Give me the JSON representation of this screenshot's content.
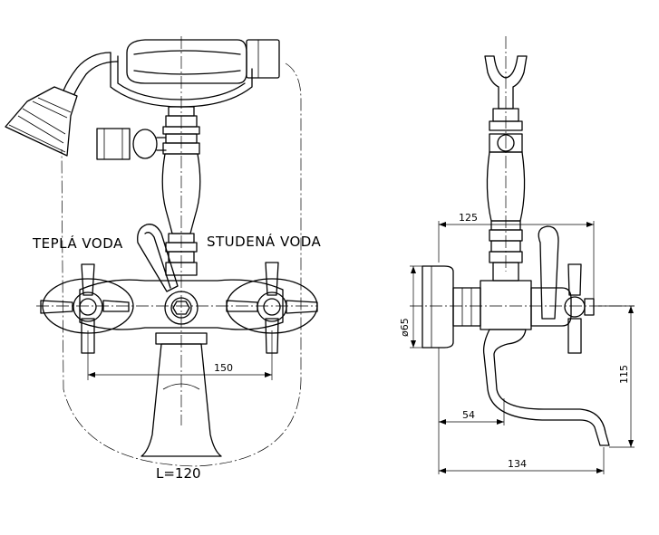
{
  "labels": {
    "hot_water": "TEPLÁ VODA",
    "cold_water": "STUDENÁ VODA",
    "spout_length": "L=120"
  },
  "dimensions": {
    "front_spacing": "150",
    "side_depth_top": "125",
    "diameter": "ø65",
    "spout_reach_inner": "54",
    "spout_reach_total": "134",
    "height": "115"
  }
}
